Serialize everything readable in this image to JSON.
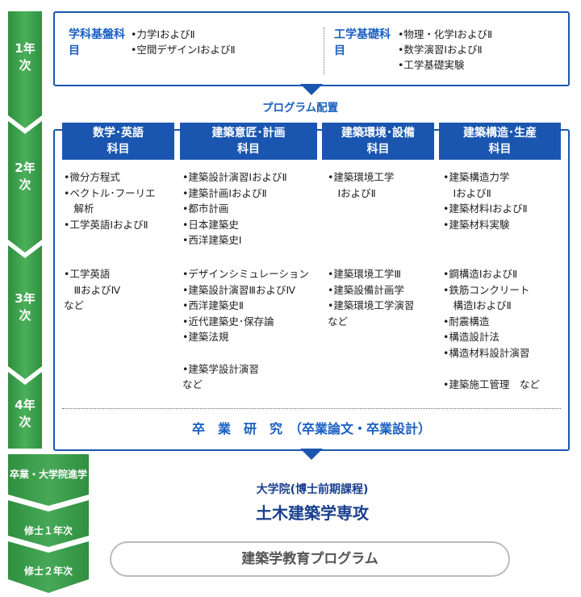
{
  "timeline": {
    "years": [
      "1年次",
      "2年次",
      "3年次",
      "4年次"
    ],
    "stages": [
      "卒業・大学院進学",
      "修士１年次",
      "修士２年次"
    ]
  },
  "year1": {
    "group1": {
      "title": "学科基盤科目",
      "items": [
        "•力学ⅠおよびⅡ",
        "•空間デザインⅠおよびⅡ"
      ]
    },
    "group2": {
      "title": "工学基礎科目",
      "items": [
        "•物理・化学ⅠおよびⅡ",
        "•数学演習ⅠおよびⅡ",
        "•工学基礎実験"
      ]
    }
  },
  "program_label": "プログラム配置",
  "columns": [
    {
      "header": [
        "数学･英語",
        "科目"
      ],
      "upper": [
        "•微分方程式",
        "•ベクトル･フーリエ",
        "　解析",
        "•工学英語ⅠおよびⅡ"
      ],
      "lower": [
        "•工学英語",
        "　ⅢおよびⅣ",
        "など"
      ]
    },
    {
      "header": [
        "建築意匠･計画",
        "科目"
      ],
      "upper": [
        "•建築設計演習ⅠおよびⅡ",
        "•建築計画ⅠおよびⅡ",
        "•都市計画",
        "•日本建築史",
        "•西洋建築史Ⅰ"
      ],
      "lower": [
        "•デザインシミュレーション",
        "•建築設計演習ⅢおよびⅣ",
        "•西洋建築史Ⅱ",
        "•近代建築史･保存論",
        "•建築法規",
        "",
        "•建築学設計演習",
        "など"
      ]
    },
    {
      "header": [
        "建築環境･設備",
        "科目"
      ],
      "upper": [
        "•建築環境工学",
        "　ⅠおよびⅡ"
      ],
      "lower": [
        "•建築環境工学Ⅲ",
        "•建築設備計画学",
        "•建築環境工学演習",
        "など"
      ]
    },
    {
      "header": [
        "建築構造･生産",
        "科目"
      ],
      "upper": [
        "•建築構造力学",
        "　ⅠおよびⅡ",
        "•建築材料ⅠおよびⅡ",
        "•建築材料実験"
      ],
      "lower": [
        "•鋼構造ⅠおよびⅡ",
        "•鉄筋コンクリート",
        "　構造ⅠおよびⅡ",
        "•耐震構造",
        "•構造設計法",
        "•構造材料設計演習",
        "",
        "•建築施工管理　など"
      ]
    }
  ],
  "graduation": "卒　業　研　究　（卒業論文・卒業設計）",
  "graduate_school": {
    "sub": "大学院(博士前期課程)",
    "main": "土木建築学専攻"
  },
  "education_program": "建築学教育プログラム",
  "colors": {
    "timeline_green": "#3a9a49",
    "panel_blue": "#1a56b0",
    "category_blue": "#1a5fc2"
  }
}
